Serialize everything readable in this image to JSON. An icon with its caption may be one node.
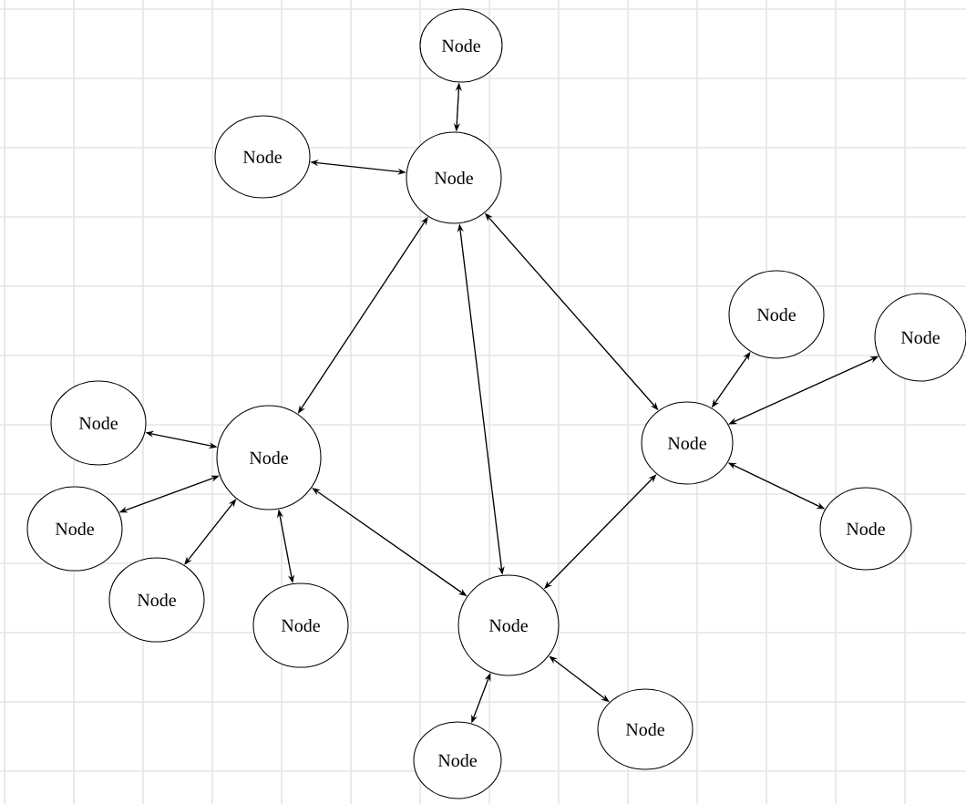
{
  "diagram": {
    "nodes": [
      {
        "text": [
          "Node"
        ]
      },
      {
        "text": [
          "Node"
        ]
      },
      {
        "text": [
          "Node"
        ]
      },
      {
        "text": [
          "Node"
        ]
      },
      {
        "text": [
          "Node"
        ]
      },
      {
        "text": [
          "Node"
        ]
      },
      {
        "text": [
          "Node"
        ]
      },
      {
        "text": [
          "Node"
        ]
      },
      {
        "text": [
          "Node"
        ]
      },
      {
        "text": [
          "Node"
        ]
      },
      {
        "text": [
          "Node"
        ]
      },
      {
        "text": [
          "Node"
        ]
      },
      {
        "text": [
          "Node"
        ]
      },
      {
        "text": [
          "Node"
        ]
      },
      {
        "text": [
          "Node"
        ]
      }
    ],
    "edges": [
      {
        "from": 0,
        "to": 2,
        "arrow": "both"
      },
      {
        "from": 1,
        "to": 2,
        "arrow": "both"
      },
      {
        "from": 2,
        "to": 3,
        "arrow": "both"
      },
      {
        "from": 2,
        "to": 8,
        "arrow": "both"
      },
      {
        "from": 2,
        "to": 11,
        "arrow": "both"
      },
      {
        "from": 3,
        "to": 4,
        "arrow": "both"
      },
      {
        "from": 3,
        "to": 5,
        "arrow": "both"
      },
      {
        "from": 3,
        "to": 6,
        "arrow": "both"
      },
      {
        "from": 3,
        "to": 7,
        "arrow": "both"
      },
      {
        "from": 3,
        "to": 8,
        "arrow": "both"
      },
      {
        "from": 8,
        "to": 9,
        "arrow": "both"
      },
      {
        "from": 8,
        "to": 10,
        "arrow": "both"
      },
      {
        "from": 8,
        "to": 11,
        "arrow": "both"
      },
      {
        "from": 11,
        "to": 12,
        "arrow": "both"
      },
      {
        "from": 11,
        "to": 13,
        "arrow": "both"
      },
      {
        "from": 11,
        "to": 14,
        "arrow": "both"
      }
    ]
  }
}
